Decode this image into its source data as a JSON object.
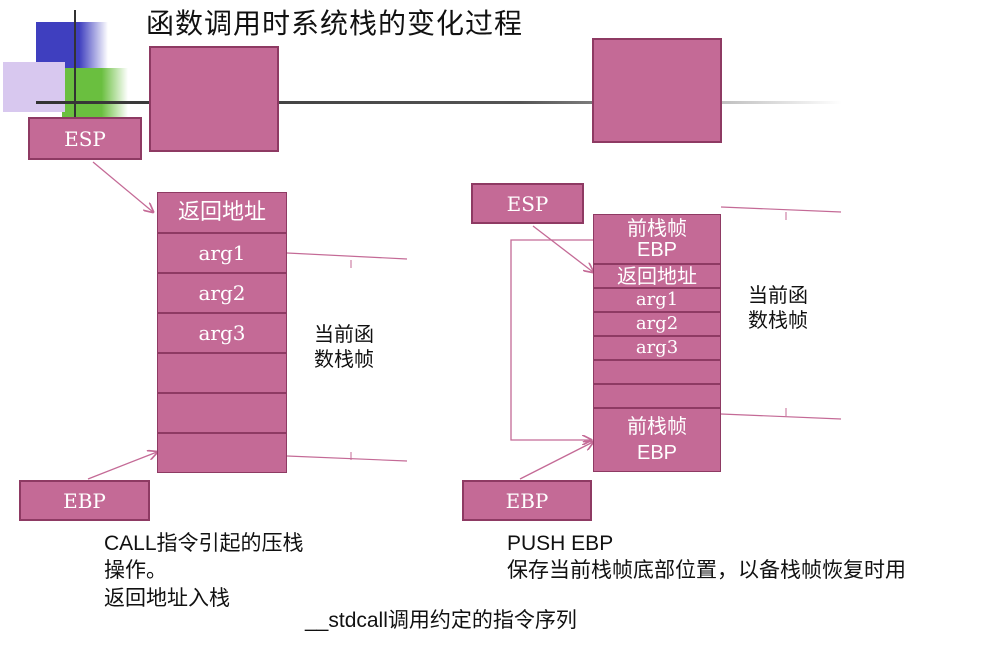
{
  "title": "函数调用时系统栈的变化过程",
  "colors": {
    "box_fill": "#c46a96",
    "box_border": "#8e3a63",
    "deco_blue": "#3f3fbf",
    "deco_green": "#6abf3f",
    "deco_lavender": "#d8c8ef"
  },
  "left": {
    "esp_label": "ESP",
    "ebp_label": "EBP",
    "stack_cells": [
      "返回地址",
      "arg1",
      "arg2",
      "arg3",
      "",
      "",
      ""
    ],
    "frame_label_line1": "当前函",
    "frame_label_line2": "数栈帧",
    "caption_line1": "CALL指令引起的压栈",
    "caption_line2": "操作。",
    "caption_line3": "返回地址入栈"
  },
  "right": {
    "esp_label": "ESP",
    "ebp_label": "EBP",
    "top_cell_line1": "前栈帧",
    "top_cell_line2": "EBP",
    "stack_cells": [
      "返回地址",
      "arg1",
      "arg2",
      "arg3",
      "",
      ""
    ],
    "bottom_cell_line1": "前栈帧",
    "bottom_cell_line2": "EBP",
    "frame_label_line1": "当前函",
    "frame_label_line2": "数栈帧",
    "caption_line1": "PUSH EBP",
    "caption_line2": "保存当前栈帧底部位置，以备栈帧恢复时用"
  },
  "footer": "__stdcall调用约定的指令序列"
}
